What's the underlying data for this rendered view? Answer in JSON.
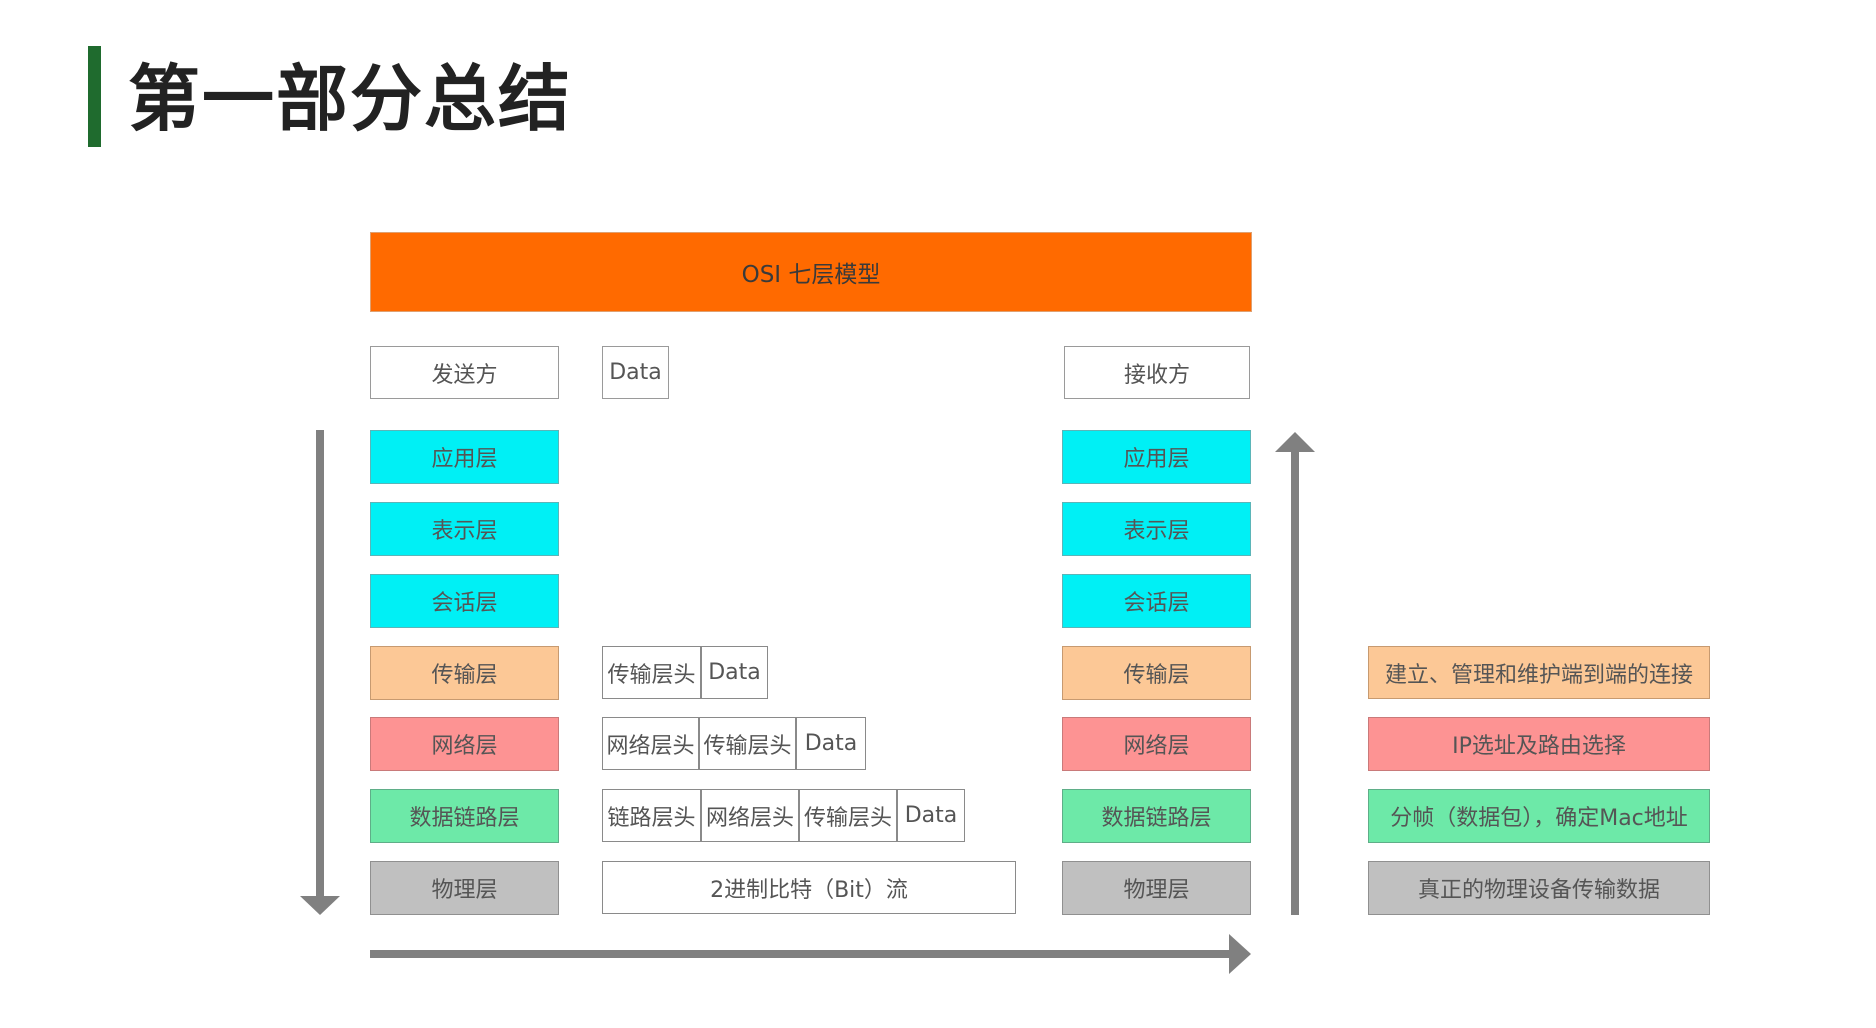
{
  "page_title": "第一部分总结",
  "diagram": {
    "header": "OSI 七层模型",
    "sender_label": "发送方",
    "receiver_label": "接收方",
    "data_label": "Data",
    "layers": [
      {
        "name": "应用层",
        "desc": ""
      },
      {
        "name": "表示层",
        "desc": ""
      },
      {
        "name": "会话层",
        "desc": ""
      },
      {
        "name": "传输层",
        "desc": "建立、管理和维护端到端的连接"
      },
      {
        "name": "网络层",
        "desc": "IP选址及路由选择"
      },
      {
        "name": "数据链路层",
        "desc": "分帧（数据包），确定Mac地址"
      },
      {
        "name": "物理层",
        "desc": "真正的物理设备传输数据"
      }
    ],
    "encapsulation": {
      "transport": [
        "传输层头",
        "Data"
      ],
      "network": [
        "网络层头",
        "传输层头",
        "Data"
      ],
      "link": [
        "链路层头",
        "网络层头",
        "传输层头",
        "Data"
      ],
      "physical": "2进制比特（Bit）流"
    },
    "colors": {
      "accent_bar": "#1f6b2e",
      "header": "#ff6a00",
      "upper_layers": "#00f0f5",
      "transport": "#fcc896",
      "network": "#fd9393",
      "datalink": "#6de9a8",
      "physical": "#c0c0c0",
      "arrows": "#808080"
    },
    "arrows": {
      "sender": "down",
      "receiver": "up",
      "transmission": "right"
    }
  }
}
